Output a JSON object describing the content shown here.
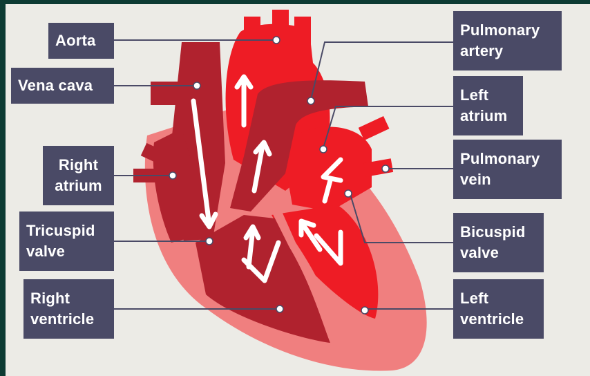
{
  "labels": {
    "aorta": [
      "Aorta"
    ],
    "vena_cava": [
      "Vena cava"
    ],
    "right_atrium": [
      "Right",
      "atrium"
    ],
    "tricuspid_valve": [
      "Tricuspid",
      "valve"
    ],
    "right_ventricle": [
      "Right",
      "ventricle"
    ],
    "pulmonary_artery": [
      "Pulmonary",
      "artery"
    ],
    "left_atrium": [
      "Left",
      "atrium"
    ],
    "pulmonary_vein": [
      "Pulmonary",
      "vein"
    ],
    "bicuspid_valve": [
      "Bicuspid",
      "valve"
    ],
    "left_ventricle": [
      "Left",
      "ventricle"
    ]
  },
  "colors": {
    "background": "#ecebe6",
    "frame": "#0d3b33",
    "label_bg": "#4a4a66",
    "deoxygenated": "#b0222e",
    "oxygenated": "#ee1c25",
    "heart_wall": "#f07f7f",
    "leader_line": "#4a4a66"
  }
}
